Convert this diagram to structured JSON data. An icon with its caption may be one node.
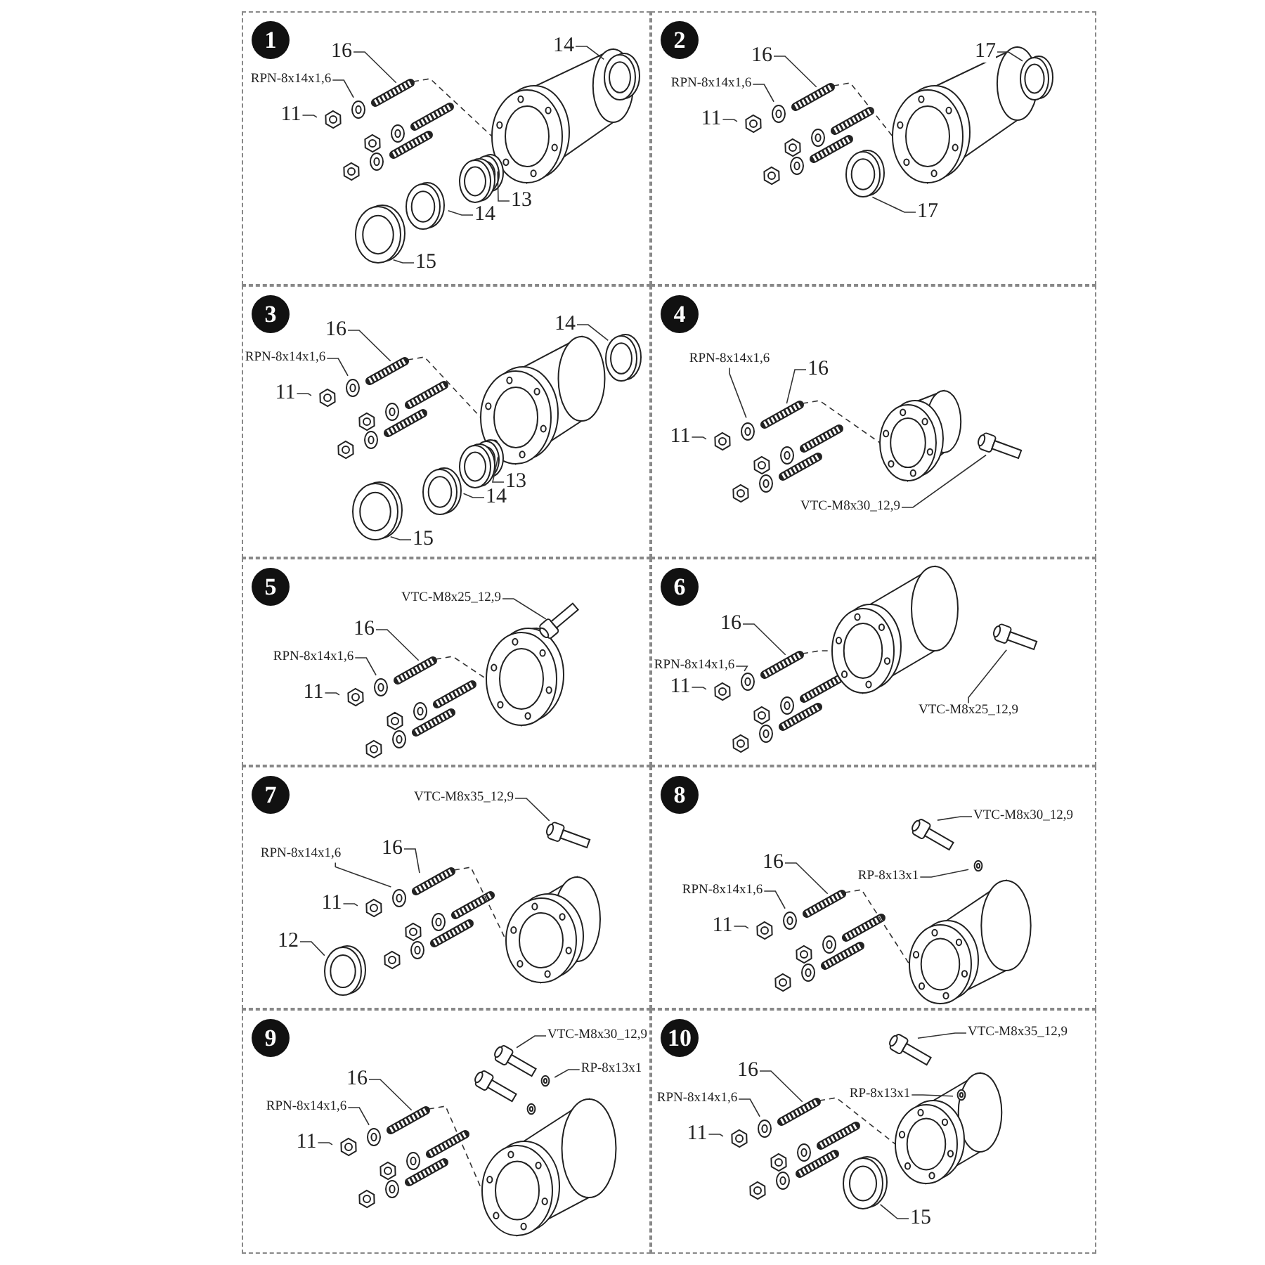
{
  "diagram": {
    "nodes": [
      {
        "text": [
          "1"
        ]
      },
      {
        "text": [
          "16"
        ],
        "in": 0
      },
      {
        "text": [
          "RPN-8x14x1,6"
        ],
        "in": 0
      },
      {
        "text": [
          "11"
        ],
        "in": 0
      },
      {
        "text": [
          "14"
        ],
        "in": 0
      },
      {
        "text": [
          "13"
        ],
        "in": 0
      },
      {
        "text": [
          "14"
        ],
        "in": 0
      },
      {
        "text": [
          "15"
        ],
        "in": 0
      },
      {
        "text": [
          "2"
        ]
      },
      {
        "text": [
          "16"
        ],
        "in": 8
      },
      {
        "text": [
          "RPN-8x14x1,6"
        ],
        "in": 8
      },
      {
        "text": [
          "11"
        ],
        "in": 8
      },
      {
        "text": [
          "17"
        ],
        "in": 8
      },
      {
        "text": [
          "17"
        ],
        "in": 8
      },
      {
        "text": [
          "3"
        ]
      },
      {
        "text": [
          "16"
        ],
        "in": 14
      },
      {
        "text": [
          "RPN-8x14x1,6"
        ],
        "in": 14
      },
      {
        "text": [
          "11"
        ],
        "in": 14
      },
      {
        "text": [
          "14"
        ],
        "in": 14
      },
      {
        "text": [
          "13"
        ],
        "in": 14
      },
      {
        "text": [
          "14"
        ],
        "in": 14
      },
      {
        "text": [
          "15"
        ],
        "in": 14
      },
      {
        "text": [
          "4"
        ]
      },
      {
        "text": [
          "RPN-8x14x1,6"
        ],
        "in": 22
      },
      {
        "text": [
          "16"
        ],
        "in": 22
      },
      {
        "text": [
          "11"
        ],
        "in": 22
      },
      {
        "text": [
          "VTC-M8x30_12,9"
        ],
        "in": 22
      },
      {
        "text": [
          "5"
        ]
      },
      {
        "text": [
          "VTC-M8x25_12,9"
        ],
        "in": 27
      },
      {
        "text": [
          "16"
        ],
        "in": 27
      },
      {
        "text": [
          "RPN-8x14x1,6"
        ],
        "in": 27
      },
      {
        "text": [
          "11"
        ],
        "in": 27
      },
      {
        "text": [
          "6"
        ]
      },
      {
        "text": [
          "16"
        ],
        "in": 32
      },
      {
        "text": [
          "RPN-8x14x1,6"
        ],
        "in": 32
      },
      {
        "text": [
          "11"
        ],
        "in": 32
      },
      {
        "text": [
          "VTC-M8x25_12,9"
        ],
        "in": 32
      },
      {
        "text": [
          "7"
        ]
      },
      {
        "text": [
          "VTC-M8x35_12,9"
        ],
        "in": 37
      },
      {
        "text": [
          "RPN-8x14x1,6"
        ],
        "in": 37
      },
      {
        "text": [
          "16"
        ],
        "in": 37
      },
      {
        "text": [
          "11"
        ],
        "in": 37
      },
      {
        "text": [
          "12"
        ],
        "in": 37
      },
      {
        "text": [
          "8"
        ]
      },
      {
        "text": [
          "VTC-M8x30_12,9"
        ],
        "in": 43
      },
      {
        "text": [
          "16"
        ],
        "in": 43
      },
      {
        "text": [
          "RP-8x13x1"
        ],
        "in": 43
      },
      {
        "text": [
          "RPN-8x14x1,6"
        ],
        "in": 43
      },
      {
        "text": [
          "11"
        ],
        "in": 43
      },
      {
        "text": [
          "9"
        ]
      },
      {
        "text": [
          "VTC-M8x30_12,9"
        ],
        "in": 49
      },
      {
        "text": [
          "RP-8x13x1"
        ],
        "in": 49
      },
      {
        "text": [
          "16"
        ],
        "in": 49
      },
      {
        "text": [
          "RPN-8x14x1,6"
        ],
        "in": 49
      },
      {
        "text": [
          "11"
        ],
        "in": 49
      },
      {
        "text": [
          "10"
        ]
      },
      {
        "text": [
          "VTC-M8x35_12,9"
        ],
        "in": 55
      },
      {
        "text": [
          "16"
        ],
        "in": 55
      },
      {
        "text": [
          "RP-8x13x1"
        ],
        "in": 55
      },
      {
        "text": [
          "RPN-8x14x1,6"
        ],
        "in": 55
      },
      {
        "text": [
          "11"
        ],
        "in": 55
      },
      {
        "text": [
          "15"
        ],
        "in": 55
      }
    ],
    "edges": [
      {
        "from": 1,
        "to": null,
        "arrow": "none"
      },
      {
        "from": 2,
        "to": null,
        "arrow": "none"
      },
      {
        "from": 3,
        "to": null,
        "arrow": "none"
      },
      {
        "from": 4,
        "to": null,
        "arrow": "none"
      },
      {
        "from": 5,
        "to": null,
        "arrow": "none"
      },
      {
        "from": 6,
        "to": null,
        "arrow": "none"
      },
      {
        "from": 7,
        "to": null,
        "arrow": "none"
      },
      {
        "from": 9,
        "to": null,
        "arrow": "none"
      },
      {
        "from": 10,
        "to": null,
        "arrow": "none"
      },
      {
        "from": 11,
        "to": null,
        "arrow": "none"
      },
      {
        "from": 12,
        "to": null,
        "arrow": "none"
      },
      {
        "from": 13,
        "to": null,
        "arrow": "none"
      },
      {
        "from": 15,
        "to": null,
        "arrow": "none"
      },
      {
        "from": 16,
        "to": null,
        "arrow": "none"
      },
      {
        "from": 17,
        "to": null,
        "arrow": "none"
      },
      {
        "from": 18,
        "to": null,
        "arrow": "none"
      },
      {
        "from": 19,
        "to": null,
        "arrow": "none"
      },
      {
        "from": 20,
        "to": null,
        "arrow": "none"
      },
      {
        "from": 21,
        "to": null,
        "arrow": "none"
      },
      {
        "from": 23,
        "to": null,
        "arrow": "none"
      },
      {
        "from": 24,
        "to": null,
        "arrow": "none"
      },
      {
        "from": 25,
        "to": null,
        "arrow": "none"
      },
      {
        "from": 26,
        "to": null,
        "arrow": "none"
      },
      {
        "from": 28,
        "to": null,
        "arrow": "none"
      },
      {
        "from": 29,
        "to": null,
        "arrow": "none"
      },
      {
        "from": 30,
        "to": null,
        "arrow": "none"
      },
      {
        "from": 31,
        "to": null,
        "arrow": "none"
      },
      {
        "from": 33,
        "to": null,
        "arrow": "none"
      },
      {
        "from": 34,
        "to": null,
        "arrow": "none"
      },
      {
        "from": 35,
        "to": null,
        "arrow": "none"
      },
      {
        "from": 36,
        "to": null,
        "arrow": "none"
      },
      {
        "from": 38,
        "to": null,
        "arrow": "none"
      },
      {
        "from": 39,
        "to": null,
        "arrow": "none"
      },
      {
        "from": 40,
        "to": null,
        "arrow": "none"
      },
      {
        "from": 41,
        "to": null,
        "arrow": "none"
      },
      {
        "from": 42,
        "to": null,
        "arrow": "none"
      },
      {
        "from": 44,
        "to": null,
        "arrow": "none"
      },
      {
        "from": 45,
        "to": null,
        "arrow": "none"
      },
      {
        "from": 46,
        "to": null,
        "arrow": "none"
      },
      {
        "from": 47,
        "to": null,
        "arrow": "none"
      },
      {
        "from": 48,
        "to": null,
        "arrow": "none"
      },
      {
        "from": 50,
        "to": null,
        "arrow": "none"
      },
      {
        "from": 51,
        "to": null,
        "arrow": "none"
      },
      {
        "from": 52,
        "to": null,
        "arrow": "none"
      },
      {
        "from": 53,
        "to": null,
        "arrow": "none"
      },
      {
        "from": 54,
        "to": null,
        "arrow": "none"
      },
      {
        "from": 56,
        "to": null,
        "arrow": "none"
      },
      {
        "from": 57,
        "to": null,
        "arrow": "none"
      },
      {
        "from": 58,
        "to": null,
        "arrow": "none"
      },
      {
        "from": 59,
        "to": null,
        "arrow": "none"
      },
      {
        "from": 60,
        "to": null,
        "arrow": "none"
      },
      {
        "from": 61,
        "to": null,
        "arrow": "none"
      }
    ]
  }
}
